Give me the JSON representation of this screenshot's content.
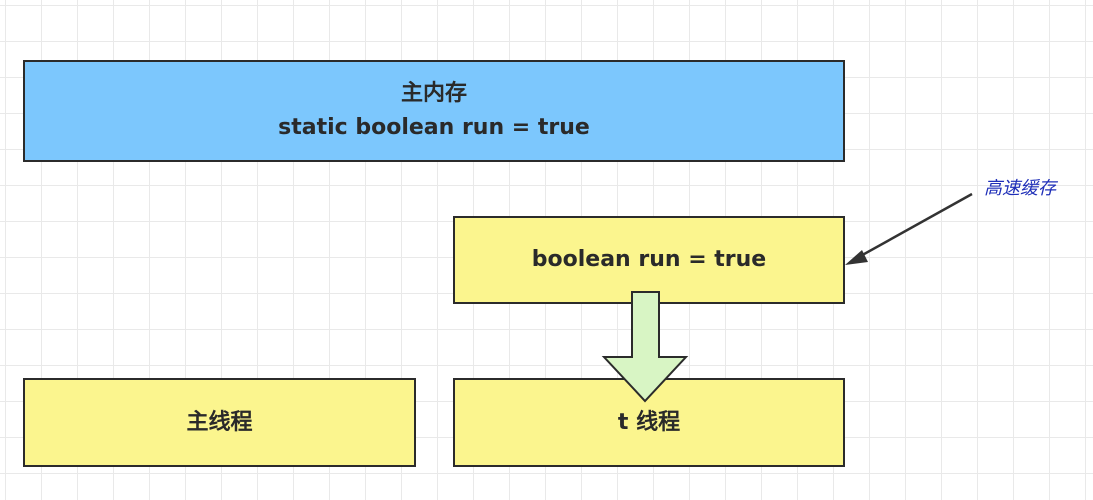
{
  "main_memory": {
    "title": "主内存",
    "code": "static boolean run = true"
  },
  "cache": {
    "code": "boolean run = true",
    "annotation": "高速缓存"
  },
  "threads": {
    "main": "主线程",
    "t": "t 线程"
  },
  "colors": {
    "main_memory_fill": "#7cc7fd",
    "box_fill": "#fbf58e",
    "arrow_fill": "#d8f5c4",
    "annotation_text": "#1f2fb8",
    "border": "#2b2b2b"
  }
}
